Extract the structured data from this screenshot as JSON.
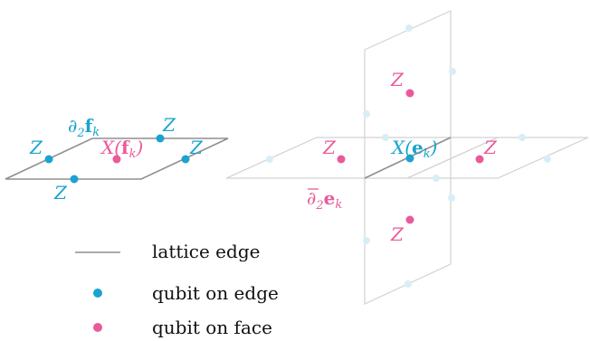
{
  "colors": {
    "cyan": "#1aa3d0",
    "pink": "#ea5a9a",
    "edge_dark": "#8f8f8f",
    "edge_light": "#d2d2d2",
    "qubit_faint": "#d8eef7",
    "text": "#111111"
  },
  "left_plaquette": {
    "boundary_label": {
      "base": "∂",
      "sub": "2",
      "vec": "f",
      "vecsub": "k"
    },
    "face_op": {
      "op": "X(",
      "vec": "f",
      "vecsub": "k",
      "close": ")"
    },
    "edge_op_left": "Z",
    "edge_op_top": "Z",
    "edge_op_right": "Z",
    "edge_op_bottom": "Z"
  },
  "right_cross": {
    "edge_op": {
      "op": "X(",
      "vec": "e",
      "vecsub": "k",
      "close": ")"
    },
    "coboundary_label": {
      "base": "∂",
      "sub": "2",
      "vec": "e",
      "vecsub": "k"
    },
    "face_op_top": "Z",
    "face_op_left": "Z",
    "face_op_right": "Z",
    "face_op_bottom": "Z"
  },
  "legend": {
    "lattice_edge": "lattice edge",
    "qubit_on_edge": "qubit on edge",
    "qubit_on_face": "qubit on face"
  }
}
